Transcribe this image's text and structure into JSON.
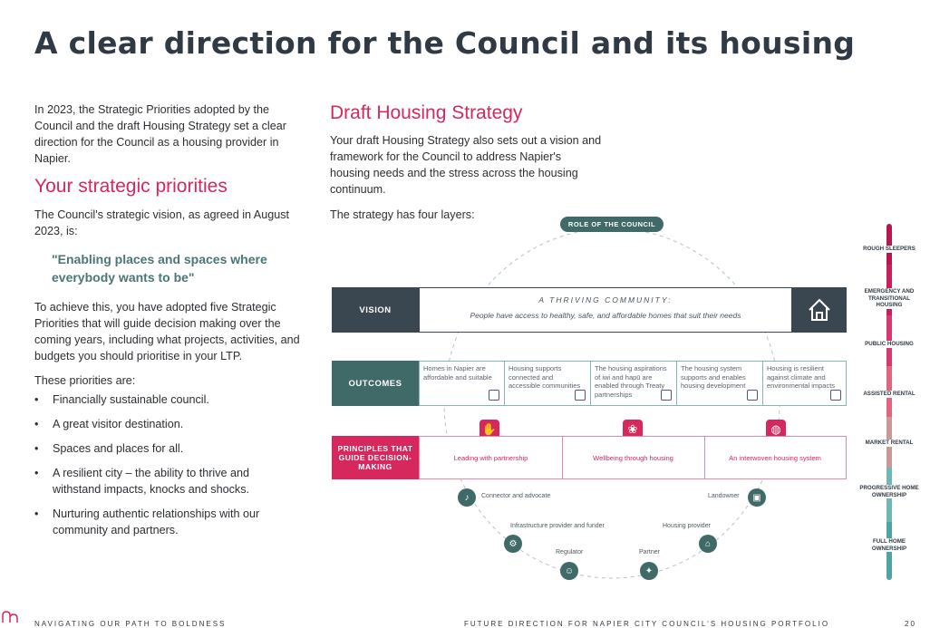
{
  "page": {
    "title": "A clear direction for the Council and its housing"
  },
  "left": {
    "intro": "In 2023, the Strategic Priorities adopted by the Council and the draft Housing Strategy set a clear direction for the Council as a housing provider in Napier.",
    "heading": "Your strategic priorities",
    "vision_intro": "The Council's strategic vision, as agreed in August 2023, is:",
    "quote": "\"Enabling places and spaces where everybody wants to be\"",
    "achieve": "To achieve this, you have adopted five Strategic Priorities that will guide decision making over the coming years, including what projects, activities, and budgets you should prioritise in your LTP.",
    "priorities_intro": "These priorities are:",
    "priorities": [
      "Financially sustainable council.",
      "A great visitor destination.",
      "Spaces and places for all.",
      "A resilient city – the ability to thrive and withstand impacts, knocks and shocks.",
      "Nurturing authentic relationships with our community and partners."
    ]
  },
  "right": {
    "heading": "Draft Housing Strategy",
    "body": "Your draft Housing Strategy also sets out a vision and framework for the Council to address Napier's housing needs and the stress across the housing continuum.",
    "layers_intro": "The strategy has four layers:"
  },
  "diagram": {
    "role_label": "ROLE OF THE COUNCIL",
    "vision_label": "VISION",
    "vision_title": "A THRIVING COMMUNITY:",
    "vision_text": "People have access to healthy, safe, and affordable homes that suit their needs",
    "outcomes_label": "OUTCOMES",
    "outcomes": [
      {
        "text": "Homes in Napier are affordable and suitable",
        "icon": "plus-house-icon"
      },
      {
        "text": "Housing supports connected and accessible communities",
        "icon": "community-icon"
      },
      {
        "text": "The housing aspirations of iwi and hapū are enabled through Treaty partnerships",
        "icon": "handshake-icon"
      },
      {
        "text": "The housing system supports and enables housing development",
        "icon": "buildings-icon"
      },
      {
        "text": "Housing is resilient against climate and environmental impacts",
        "icon": "leaf-icon"
      }
    ],
    "principles_label": "PRINCIPLES THAT GUIDE DECISION-MAKING",
    "principles": [
      {
        "text": "Leading with partnership",
        "icon": "handshake-icon"
      },
      {
        "text": "Wellbeing through housing",
        "icon": "lotus-icon"
      },
      {
        "text": "An interwoven housing system",
        "icon": "weave-icon"
      }
    ],
    "roles": [
      {
        "label": "Connector and advocate",
        "icon": "microphone-icon"
      },
      {
        "label": "Landowner",
        "icon": "land-icon"
      },
      {
        "label": "Infrastructure provider and funder",
        "icon": "infrastructure-icon"
      },
      {
        "label": "Housing provider",
        "icon": "house-icon"
      },
      {
        "label": "Regulator",
        "icon": "regulator-icon"
      },
      {
        "label": "Partner",
        "icon": "partner-icon"
      }
    ],
    "continuum": [
      {
        "label": "ROUGH SLEEPERS",
        "color": "#b5174f"
      },
      {
        "label": "EMERGENCY AND TRANSITIONAL HOUSING",
        "color": "#c91f5a"
      },
      {
        "label": "PUBLIC HOUSING",
        "color": "#d8396c"
      },
      {
        "label": "ASSISTED RENTAL",
        "color": "#e06580"
      },
      {
        "label": "MARKET RENTAL",
        "color": "#c79a98"
      },
      {
        "label": "PROGRESSIVE HOME OWNERSHIP",
        "color": "#6fb8b6"
      },
      {
        "label": "FULL HOME OWNERSHIP",
        "color": "#4fa3a2"
      }
    ]
  },
  "colors": {
    "accent": "#d6285d",
    "dark": "#3a4750",
    "teal": "#3f6a68",
    "outcome_border": "#86b6b4"
  },
  "footer": {
    "left": "NAVIGATING OUR PATH TO BOLDNESS",
    "right": "FUTURE DIRECTION FOR NAPIER CITY COUNCIL'S HOUSING PORTFOLIO",
    "page": "20"
  }
}
